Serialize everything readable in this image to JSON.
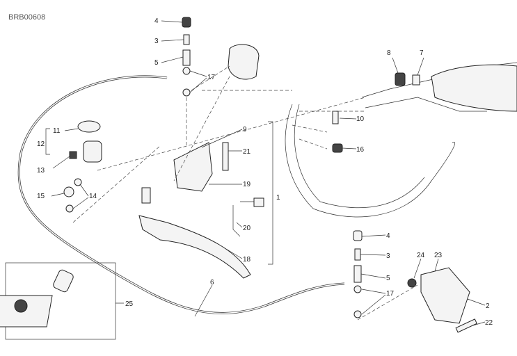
{
  "diagram_code": "BRB00608",
  "callouts": [
    {
      "id": "c4a",
      "text": "4"
    },
    {
      "id": "c3a",
      "text": "3"
    },
    {
      "id": "c5a",
      "text": "5"
    },
    {
      "id": "c17a",
      "text": "17"
    },
    {
      "id": "c8",
      "text": "8"
    },
    {
      "id": "c7",
      "text": "7"
    },
    {
      "id": "c10",
      "text": "10"
    },
    {
      "id": "c16",
      "text": "16"
    },
    {
      "id": "c9",
      "text": "9"
    },
    {
      "id": "c21",
      "text": "21"
    },
    {
      "id": "c19",
      "text": "19"
    },
    {
      "id": "c1",
      "text": "1"
    },
    {
      "id": "c20",
      "text": "20"
    },
    {
      "id": "c18",
      "text": "18"
    },
    {
      "id": "c11",
      "text": "11"
    },
    {
      "id": "c12",
      "text": "12"
    },
    {
      "id": "c13",
      "text": "13"
    },
    {
      "id": "c15",
      "text": "15"
    },
    {
      "id": "c14",
      "text": "14"
    },
    {
      "id": "c6",
      "text": "6"
    },
    {
      "id": "c25",
      "text": "25"
    },
    {
      "id": "c4b",
      "text": "4"
    },
    {
      "id": "c3b",
      "text": "3"
    },
    {
      "id": "c5b",
      "text": "5"
    },
    {
      "id": "c17b",
      "text": "17"
    },
    {
      "id": "c24",
      "text": "24"
    },
    {
      "id": "c23",
      "text": "23"
    },
    {
      "id": "c2",
      "text": "2"
    },
    {
      "id": "c22",
      "text": "22"
    }
  ]
}
